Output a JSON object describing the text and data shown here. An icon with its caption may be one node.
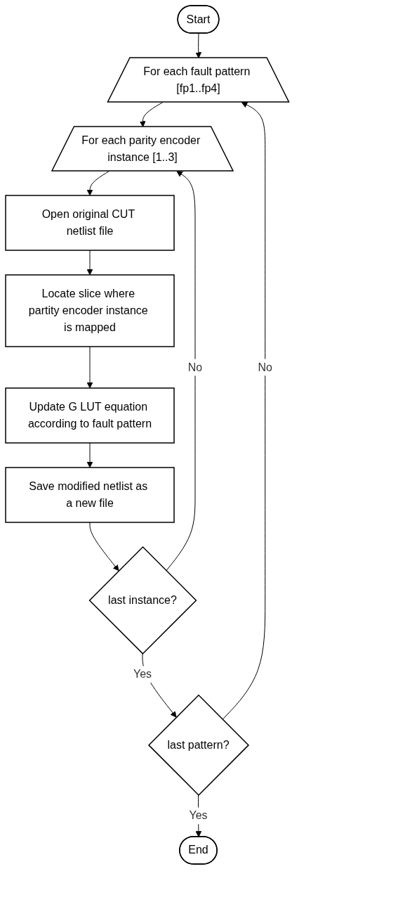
{
  "diagram": {
    "nodes": [
      {
        "text": [
          "Start"
        ]
      },
      {
        "text": [
          "For each fault pattern [fp1..fp4]"
        ]
      },
      {
        "text": [
          "For each parity encoder instance [1..3]"
        ]
      },
      {
        "text": [
          "Open original CUT netlist file"
        ]
      },
      {
        "text": [
          "Locate slice where partity encoder instance is mapped"
        ]
      },
      {
        "text": [
          "Update G LUT equation according to fault pattern"
        ]
      },
      {
        "text": [
          "Save modified netlist as a new file"
        ]
      },
      {
        "text": [
          "last instance?"
        ]
      },
      {
        "text": [
          "last pattern?"
        ]
      },
      {
        "text": [
          "End"
        ]
      }
    ],
    "edges": [
      {
        "from": 0,
        "to": 1,
        "arrow": "to"
      },
      {
        "from": 1,
        "to": 2,
        "arrow": "to"
      },
      {
        "from": 2,
        "to": 3,
        "arrow": "to"
      },
      {
        "from": 3,
        "to": 4,
        "arrow": "to"
      },
      {
        "from": 4,
        "to": 5,
        "arrow": "to"
      },
      {
        "from": 5,
        "to": 6,
        "arrow": "to"
      },
      {
        "from": 6,
        "to": 7,
        "arrow": "to"
      },
      {
        "from": 7,
        "to": 8,
        "label": "Yes",
        "arrow": "to"
      },
      {
        "from": 7,
        "to": 2,
        "label": "No",
        "arrow": "to"
      },
      {
        "from": 8,
        "to": 1,
        "label": "No",
        "arrow": "to"
      },
      {
        "from": 8,
        "to": 9,
        "label": "Yes",
        "arrow": "to"
      }
    ]
  }
}
